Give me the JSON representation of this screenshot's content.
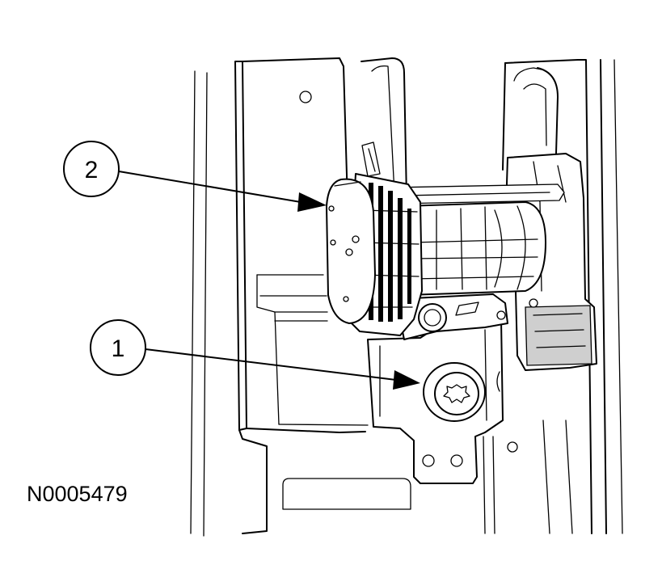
{
  "figure": {
    "id": "N0005479"
  },
  "callouts": [
    {
      "label": "1",
      "target": "mounting-screw"
    },
    {
      "label": "2",
      "target": "actuator"
    }
  ],
  "colors": {
    "ink": "#000000",
    "paper": "#ffffff"
  }
}
